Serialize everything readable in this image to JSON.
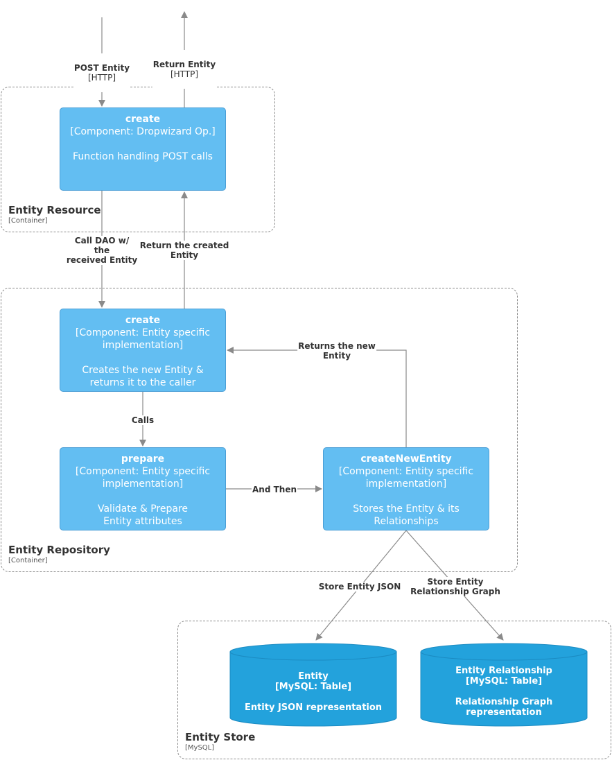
{
  "boundaries": {
    "resource": {
      "title": "Entity Resource",
      "type": "[Container]"
    },
    "repository": {
      "title": "Entity Repository",
      "type": "[Container]"
    },
    "store": {
      "title": "Entity Store",
      "type": "[MySQL]"
    }
  },
  "components": {
    "resource_create": {
      "name": "create",
      "type": "[Component: Dropwizard Op.]",
      "desc": "Function handling POST calls"
    },
    "repo_create": {
      "name": "create",
      "type": "[Component: Entity specific implementation]",
      "desc": "Creates the new Entity & returns it to the caller"
    },
    "prepare": {
      "name": "prepare",
      "type": "[Component: Entity specific implementation]",
      "desc": "Validate & Prepare Entity attributes"
    },
    "create_new_entity": {
      "name": "createNewEntity",
      "type": "[Component: Entity specific implementation]",
      "desc": "Stores the Entity & its Relationships"
    }
  },
  "databases": {
    "entity": {
      "name": "Entity",
      "type": "[MySQL: Table]",
      "desc": "Entity JSON representation"
    },
    "relationship": {
      "name": "Entity Relationship",
      "type": "[MySQL: Table]",
      "desc": "Relationship Graph representation"
    }
  },
  "relations": {
    "post_entity": {
      "label": "POST Entity",
      "tech": "[HTTP]"
    },
    "return_entity": {
      "label": "Return Entity",
      "tech": "[HTTP]"
    },
    "call_dao": {
      "label": "Call DAO w/\nthe\nreceived Entity"
    },
    "return_created": {
      "label": "Return the created\nEntity"
    },
    "calls": {
      "label": "Calls"
    },
    "and_then": {
      "label": "And Then"
    },
    "returns_new": {
      "label": "Returns the new\nEntity"
    },
    "store_json": {
      "label": "Store Entity JSON"
    },
    "store_graph": {
      "label": "Store Entity\nRelationship Graph"
    }
  },
  "colors": {
    "component": "#63bef2",
    "database": "#23a2dc",
    "arrow": "#8a8a8a"
  }
}
